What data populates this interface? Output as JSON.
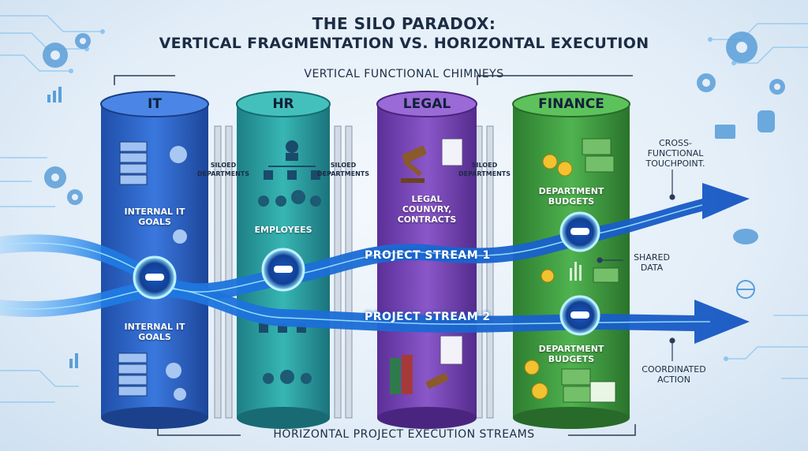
{
  "title": {
    "line1": "THE SILO PARADOX:",
    "line2": "VERTICAL FRAGMENTATION VS. HORIZONTAL EXECUTION"
  },
  "subtitle": "VERTICAL FUNCTIONAL CHIMNEYS",
  "footer": "HORIZONTAL PROJECT EXECUTION STREAMS",
  "columns": [
    {
      "name": "IT",
      "label_top": "INTERNAL IT GOALS",
      "label_bottom": "INTERNAL IT GOALS",
      "color": "#2f63c9"
    },
    {
      "name": "HR",
      "label_top": "EMPLOYEES",
      "color": "#2aa3a8"
    },
    {
      "name": "LEGAL",
      "label_top": "LEGAL COUNVRY, CONTRACTS",
      "color": "#7a4ab8"
    },
    {
      "name": "FINANCE",
      "label_top": "DEPARTMENT BUDGETS",
      "label_bottom": "DEPARTMENT BUDGETS",
      "color": "#3a9a3c"
    }
  ],
  "siloed_label": "SILOED DEPARTMENTS",
  "streams": [
    {
      "label": "PROJECT STREAM 1"
    },
    {
      "label": "PROJECT STREAM 2"
    }
  ],
  "annotations": {
    "cross_functional": "CROSS-FUNCTIONAL TOUCHPOINT.",
    "shared_data": "SHARED DATA",
    "coordinated_action": "COORDINATED ACTION"
  },
  "icons": [
    "gear-icon",
    "handshake-icon",
    "server-icon",
    "org-chart-icon",
    "people-icon",
    "gavel-icon",
    "document-icon",
    "book-icon",
    "money-icon",
    "coin-icon",
    "chart-icon",
    "database-icon",
    "folder-icon",
    "cloud-icon",
    "globe-icon"
  ],
  "colors": {
    "stream": "#1e7be0",
    "glow": "#7fd6ff",
    "text": "#1c2c44"
  }
}
